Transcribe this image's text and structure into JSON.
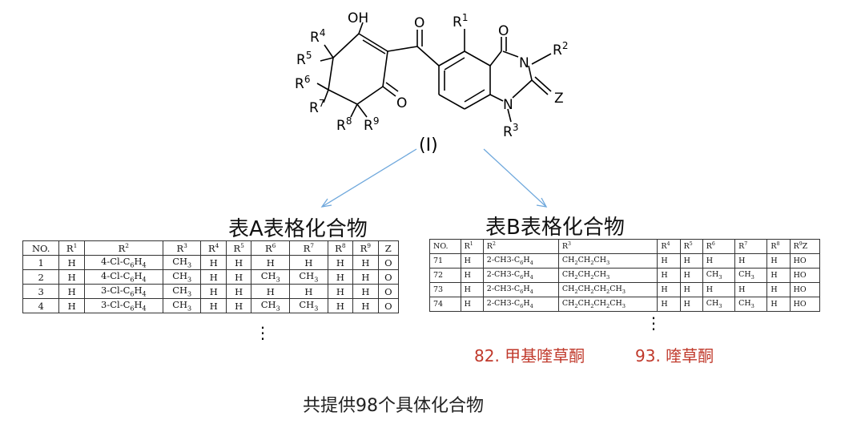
{
  "structure": {
    "atoms": {
      "oh": "OH",
      "o_ketone": "O",
      "o_quin": "O",
      "o_ring": "O",
      "r1": "R",
      "r1s": "1",
      "r2": "R",
      "r2s": "2",
      "r3": "R",
      "r3s": "3",
      "r4": "R",
      "r4s": "4",
      "r5": "R",
      "r5s": "5",
      "r6": "R",
      "r6s": "6",
      "r7": "R",
      "r7s": "7",
      "r8": "R",
      "r8s": "8",
      "r9": "R",
      "r9s": "9",
      "n1": "N",
      "n2": "N",
      "z": "Z"
    },
    "label": "(Ⅰ)"
  },
  "tableA": {
    "title": "表A表格化合物",
    "headers": [
      {
        "b": "NO.",
        "s": ""
      },
      {
        "b": "R",
        "s": "1"
      },
      {
        "b": "R",
        "s": "2"
      },
      {
        "b": "R",
        "s": "3"
      },
      {
        "b": "R",
        "s": "4"
      },
      {
        "b": "R",
        "s": "5"
      },
      {
        "b": "R",
        "s": "6"
      },
      {
        "b": "R",
        "s": "7"
      },
      {
        "b": "R",
        "s": "8"
      },
      {
        "b": "R",
        "s": "9"
      },
      {
        "b": "Z",
        "s": ""
      }
    ],
    "rows": [
      [
        "1",
        "H",
        "4-Cl-C6H4",
        "CH3",
        "H",
        "H",
        "H",
        "H",
        "H",
        "H",
        "O"
      ],
      [
        "2",
        "H",
        "4-Cl-C6H4",
        "CH3",
        "H",
        "H",
        "CH3",
        "CH3",
        "H",
        "H",
        "O"
      ],
      [
        "3",
        "H",
        "3-Cl-C6H4",
        "CH3",
        "H",
        "H",
        "H",
        "H",
        "H",
        "H",
        "O"
      ],
      [
        "4",
        "H",
        "3-Cl-C6H4",
        "CH3",
        "H",
        "H",
        "CH3",
        "CH3",
        "H",
        "H",
        "O"
      ]
    ]
  },
  "tableB": {
    "title": "表B表格化合物",
    "headers": [
      {
        "b": "NO.",
        "s": ""
      },
      {
        "b": "R",
        "s": "1"
      },
      {
        "b": "R",
        "s": "2"
      },
      {
        "b": "R",
        "s": "3"
      },
      {
        "b": "R",
        "s": "4"
      },
      {
        "b": "R",
        "s": "5"
      },
      {
        "b": "R",
        "s": "6"
      },
      {
        "b": "R",
        "s": "7"
      },
      {
        "b": "R",
        "s": "8"
      },
      {
        "b": "R",
        "s": "9",
        "t": "Z"
      }
    ],
    "rows": [
      [
        "71",
        "H",
        "2-CH3-C6H4",
        "CH2CH2CH3",
        "H",
        "H",
        "H",
        "H",
        "H",
        "HO"
      ],
      [
        "72",
        "H",
        "2-CH3-C6H4",
        "CH2CH2CH3",
        "H",
        "H",
        "CH3",
        "CH3",
        "H",
        "HO"
      ],
      [
        "73",
        "H",
        "2-CH3-C6H4",
        "CH2CH2CH2CH3",
        "H",
        "H",
        "H",
        "H",
        "H",
        "HO"
      ],
      [
        "74",
        "H",
        "2-CH3-C6H4",
        "CH2CH2CH2CH3",
        "H",
        "H",
        "CH3",
        "CH3",
        "H",
        "HO"
      ]
    ]
  },
  "ellipsis": "⋮",
  "compounds": {
    "c82": "82. 甲基喹草酮",
    "c93": "93. 喹草酮"
  },
  "footer": "共提供98个具体化合物",
  "colors": {
    "arrow": "#6fa8dc",
    "highlight": "#c0392b"
  }
}
